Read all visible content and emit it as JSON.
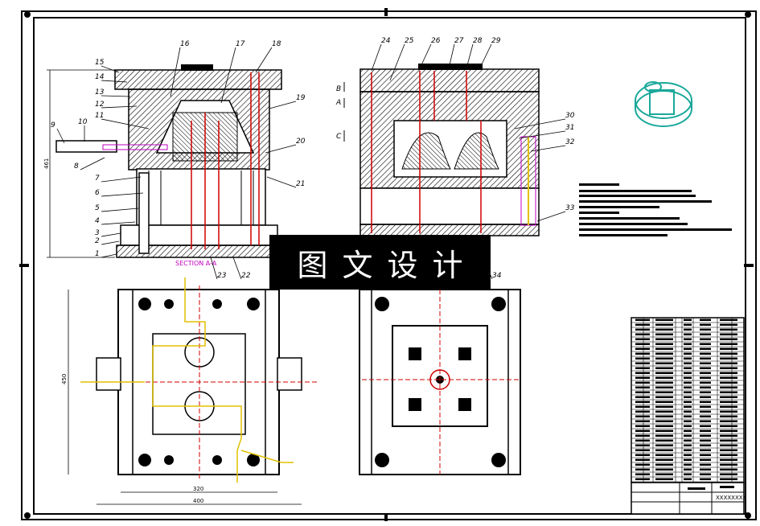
{
  "watermark": "图文设计",
  "section_label": "SECTION A-A",
  "dimensions": {
    "height_left": "461",
    "width_bottom_inner": "320",
    "width_bottom_outer": "400",
    "height_bottom_left": "450"
  },
  "section_marks": {
    "b": "B",
    "a": "A",
    "c": "C"
  },
  "part_numbers": [
    "1",
    "2",
    "3",
    "4",
    "5",
    "6",
    "7",
    "8",
    "9",
    "10",
    "11",
    "12",
    "13",
    "14",
    "15",
    "16",
    "17",
    "18",
    "19",
    "20",
    "21",
    "22",
    "23",
    "24",
    "25",
    "26",
    "27",
    "28",
    "29",
    "30",
    "31",
    "32",
    "33",
    "34"
  ],
  "title_block": {
    "drawing_no": "XXXXXXXX"
  },
  "colors": {
    "line": "#000000",
    "hatch": "#000000",
    "red": "#d00000",
    "magenta": "#c000c0",
    "yellow": "#e0c000",
    "cyan": "#1aa89a"
  }
}
